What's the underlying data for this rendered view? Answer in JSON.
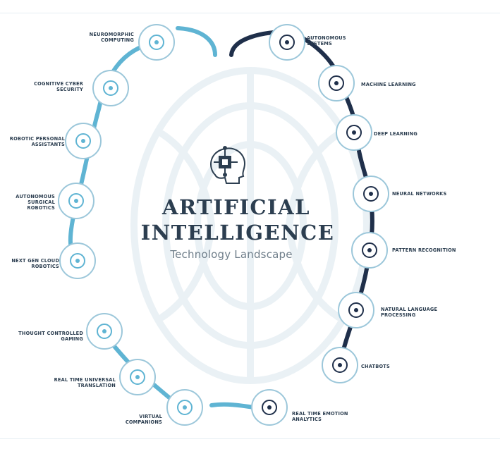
{
  "title": {
    "line1": "ARTIFICIAL",
    "line2": "INTELLIGENCE",
    "subtitle": "Technology Landscape"
  },
  "colors": {
    "left_arc": "#5fb4d3",
    "right_arc": "#1f2f4a",
    "bottom_arc": "#5fb4d3",
    "node_ring": "#9cc7da",
    "text": "#2c3e50"
  },
  "left_nodes": [
    {
      "label": "NEUROMORPHIC COMPUTING",
      "icon": "brain-circuit-icon"
    },
    {
      "label": "COGNITIVE CYBER SECURITY",
      "icon": "lock-icon"
    },
    {
      "label": "ROBOTIC PERSONAL ASSISTANTS",
      "icon": "robot-face-icon"
    },
    {
      "label": "AUTONOMOUS SURGICAL ROBOTICS",
      "icon": "surgeon-icon"
    },
    {
      "label": "NEXT GEN CLOUD ROBOTICS",
      "icon": "cloud-robot-icon"
    }
  ],
  "right_nodes": [
    {
      "label": "AUTONOMOUS SYSTEMS",
      "icon": "drone-icon"
    },
    {
      "label": "MACHINE LEARNING",
      "icon": "lightbulb-icon"
    },
    {
      "label": "DEEP LEARNING",
      "icon": "network-diamond-icon"
    },
    {
      "label": "NEURAL NETWORKS",
      "icon": "brain-icon"
    },
    {
      "label": "PATTERN RECOGNITION",
      "icon": "fingerprint-icon"
    },
    {
      "label": "NATURAL LANGUAGE PROCESSING",
      "icon": "speaking-head-icon"
    },
    {
      "label": "CHATBOTS",
      "icon": "chatbot-icon"
    },
    {
      "label": "REAL TIME EMOTION ANALYTICS",
      "icon": "emotion-face-icon"
    }
  ],
  "bottom_nodes": [
    {
      "label": "THOUGHT CONTROLLED GAMING",
      "icon": "game-controller-icon"
    },
    {
      "label": "REAL TIME UNIVERSAL TRANSLATION",
      "icon": "translation-icon"
    },
    {
      "label": "VIRTUAL COMPANIONS",
      "icon": "hand-heart-icon"
    }
  ]
}
